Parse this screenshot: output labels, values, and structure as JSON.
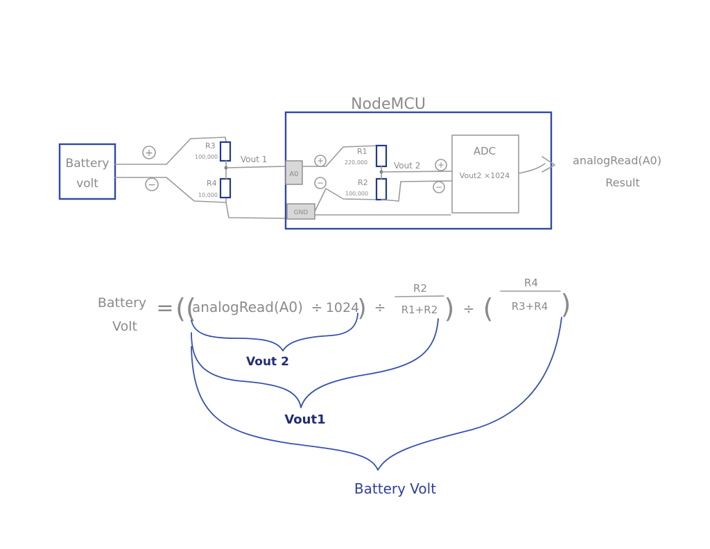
{
  "diagram": {
    "battery_box": {
      "line1": "Battery",
      "line2": "volt",
      "plus": "+",
      "minus": "−"
    },
    "divider_outer": {
      "r3_label": "R3",
      "r3_value": "100,000",
      "r4_label": "R4",
      "r4_value": "10,000",
      "vout_label": "Vout 1"
    },
    "nodemcu": {
      "title": "NodeMCU",
      "pin_a0": "A0",
      "pin_gnd": "GND",
      "plus": "+",
      "minus": "−",
      "r1_label": "R1",
      "r1_value": "220,000",
      "r2_label": "R2",
      "r2_value": "100,000",
      "vout_label": "Vout 2",
      "adc_plus": "+",
      "adc_minus": "−",
      "adc_title": "ADC",
      "adc_formula": "Vout2 ×1024"
    },
    "output": {
      "line1": "analogRead(A0)",
      "line2": "Result"
    }
  },
  "formula": {
    "lhs_line1": "Battery",
    "lhs_line2": "Volt",
    "equals": "=",
    "open_parens": "((",
    "analog_term": "analogRead(A0)",
    "div1": "÷",
    "const": "1024",
    "close1": ")",
    "div2": "÷",
    "frac1_num": "R2",
    "frac1_den": "R1+R2",
    "close2": ")",
    "div3": "÷",
    "open3": "(",
    "frac2_num": "R4",
    "frac2_den": "R3+R4",
    "close3": ")",
    "brace_vout2": "Vout 2",
    "brace_vout1": "Vout1",
    "brace_battery": "Battery Volt"
  }
}
